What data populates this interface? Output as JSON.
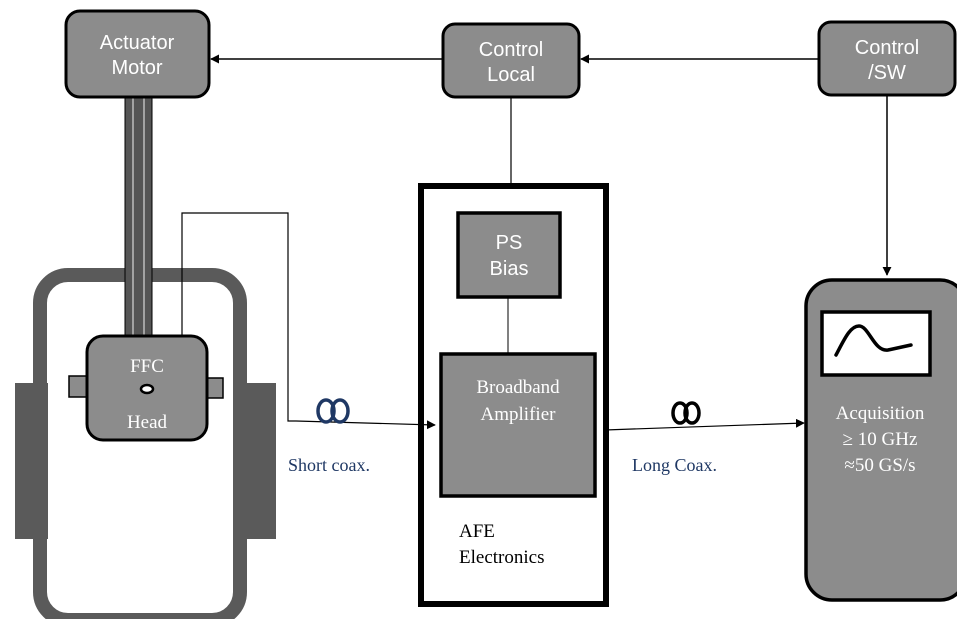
{
  "blocks": {
    "actuator": {
      "line1": "Actuator",
      "line2": "Motor"
    },
    "control_local": {
      "line1": "Control",
      "line2": "Local"
    },
    "control_sw": {
      "line1": "Control",
      "line2": "/SW"
    },
    "ps_bias": {
      "line1": "PS",
      "line2": "Bias"
    },
    "amplifier": {
      "line1": "Broadband",
      "line2": "Amplifier"
    },
    "ffc_head": {
      "line1": "FFC",
      "line2": "Head"
    },
    "afe": {
      "line1": "AFE",
      "line2": "Electronics"
    },
    "acquisition": {
      "line1": "Acquisition",
      "line2": "≥ 10 GHz",
      "line3": "≈50 GS/s"
    }
  },
  "cables": {
    "short": "Short coax.",
    "long": "Long Coax."
  },
  "colors": {
    "block_fill": "#8c8c8c",
    "stroke": "#000000",
    "chamber": "#5a5a5a",
    "coax_label": "#1f3864",
    "coil": "#1f3864"
  }
}
